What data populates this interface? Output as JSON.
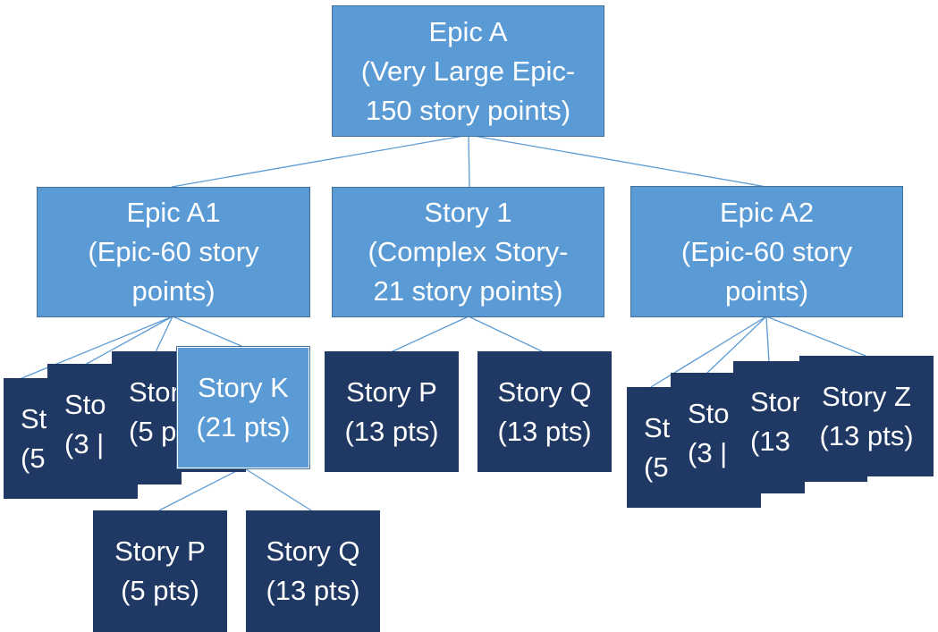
{
  "nodes": {
    "epic_a": {
      "line1": "Epic A",
      "line2": "(Very Large Epic-",
      "line3": "150 story points)"
    },
    "epic_a1": {
      "line1": "Epic A1",
      "line2": "(Epic-60 story",
      "line3": "points)"
    },
    "story_1": {
      "line1": "Story 1",
      "line2": "(Complex Story-",
      "line3": "21 story points)"
    },
    "epic_a2": {
      "line1": "Epic A2",
      "line2": "(Epic-60 story",
      "line3": "points)"
    },
    "a1_stack_1": {
      "line1": "St",
      "line2": "(5"
    },
    "a1_stack_2": {
      "line1": "Sto",
      "line2": "(3 |"
    },
    "a1_stack_3": {
      "line1": "Stor",
      "line2": "(5 p"
    },
    "story_k": {
      "line1": "Story K",
      "line2": "(21 pts)"
    },
    "s1_story_p": {
      "line1": "Story P",
      "line2": "(13 pts)"
    },
    "s1_story_q": {
      "line1": "Story Q",
      "line2": "(13 pts)"
    },
    "a2_stack_1": {
      "line1": "St",
      "line2": "(5"
    },
    "a2_stack_2": {
      "line1": "Sto",
      "line2": "(3 |"
    },
    "a2_stack_3": {
      "line1": "Stor",
      "line2": "(13"
    },
    "story_z": {
      "line1": "Story Z",
      "line2": "(13 pts)"
    },
    "k_story_p": {
      "line1": "Story P",
      "line2": "(5 pts)"
    },
    "k_story_q": {
      "line1": "Story Q",
      "line2": "(13 pts)"
    }
  },
  "colors": {
    "epic_fill": "#5b9bd5",
    "epic_border": "#41719c",
    "story_fill": "#1f3864",
    "connector": "#5b9bd5",
    "text": "#ffffff"
  }
}
